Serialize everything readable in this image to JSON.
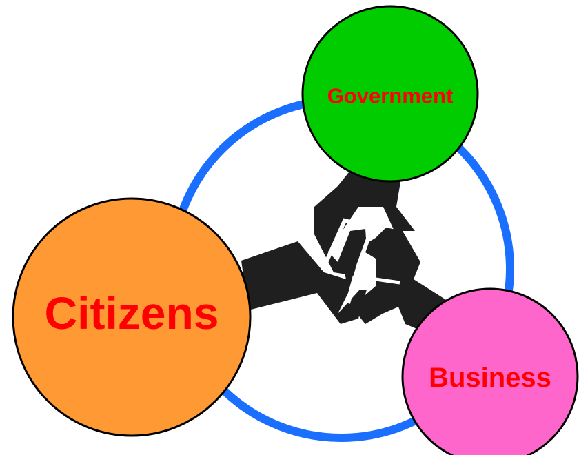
{
  "diagram": {
    "colors": {
      "ring": "#1a6fff",
      "arms": "#1f1f1f",
      "label_text": "#ff0000",
      "outline": "#000000"
    },
    "nodes": {
      "government": {
        "label": "Government",
        "fill": "#00cc00"
      },
      "citizens": {
        "label": "Citizens",
        "fill": "#ff9933"
      },
      "business": {
        "label": "Business",
        "fill": "#ff66cc"
      }
    }
  }
}
